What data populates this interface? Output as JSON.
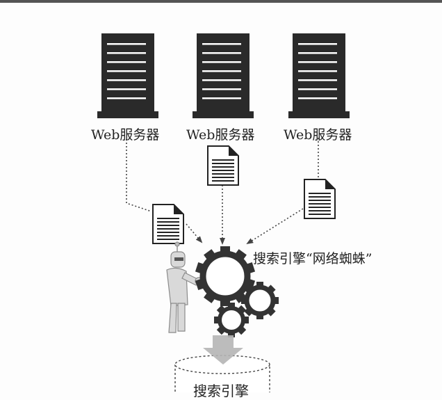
{
  "servers": [
    {
      "label": "Web服务器"
    },
    {
      "label": "Web服务器"
    },
    {
      "label": "Web服务器"
    }
  ],
  "spider": {
    "label": "搜索引擎“网络蜘蛛”"
  },
  "database": {
    "label": "搜索引擎"
  },
  "colors": {
    "server": "#2a2a2a",
    "gear": "#333333",
    "robot": "#d9d9d9",
    "arrow": "#444444",
    "db_arrow": "#b5b5b5"
  }
}
